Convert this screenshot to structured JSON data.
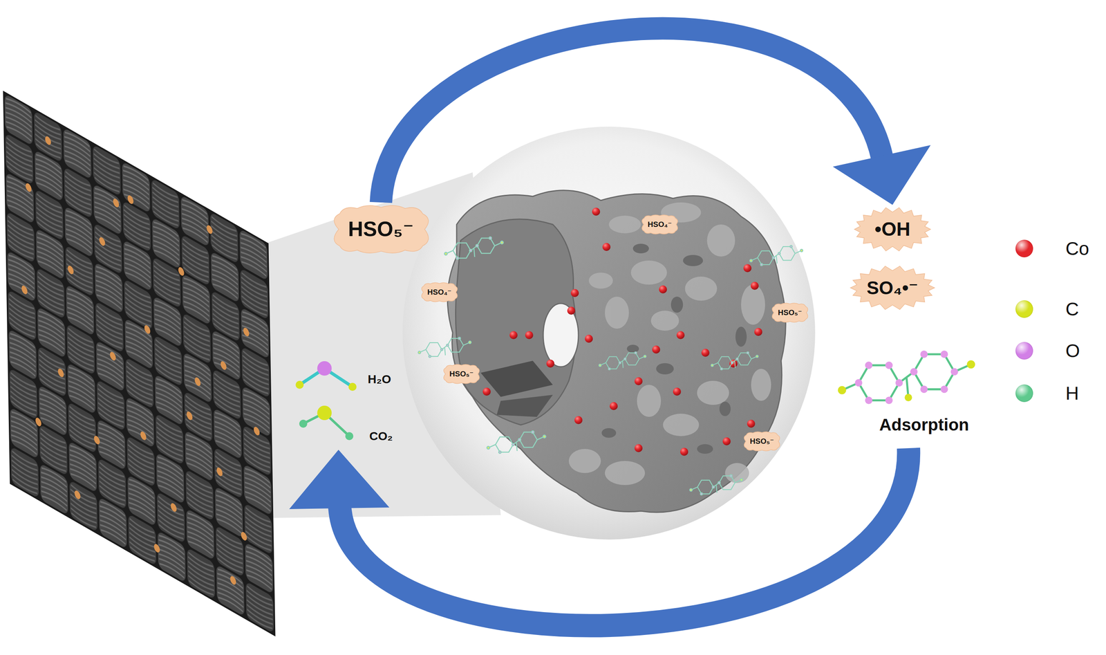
{
  "diagram": {
    "nodes": [
      {
        "text": [
          "HSO₅⁻"
        ]
      },
      {
        "text": [
          "•OH"
        ]
      },
      {
        "text": [
          "SO₄•⁻"
        ]
      },
      {
        "text": [
          "HSO₄⁻"
        ]
      },
      {
        "text": [
          "HSO₄⁻"
        ]
      },
      {
        "text": [
          "HSO₅⁻"
        ]
      },
      {
        "text": [
          "HSO₅⁻"
        ]
      },
      {
        "text": [
          "HSO₅⁻"
        ]
      }
    ],
    "edges": [
      {
        "from": 0,
        "to": 1,
        "arrow": "to"
      }
    ],
    "labels": [
      "H₂O",
      "CO₂",
      "Adsorption"
    ],
    "legend": [
      {
        "text": "Co",
        "color": "#e3262b"
      },
      {
        "text": "C",
        "color": "#d6e21f"
      },
      {
        "text": "O",
        "color": "#d27fe6"
      },
      {
        "text": "H",
        "color": "#5ec98d"
      }
    ]
  }
}
